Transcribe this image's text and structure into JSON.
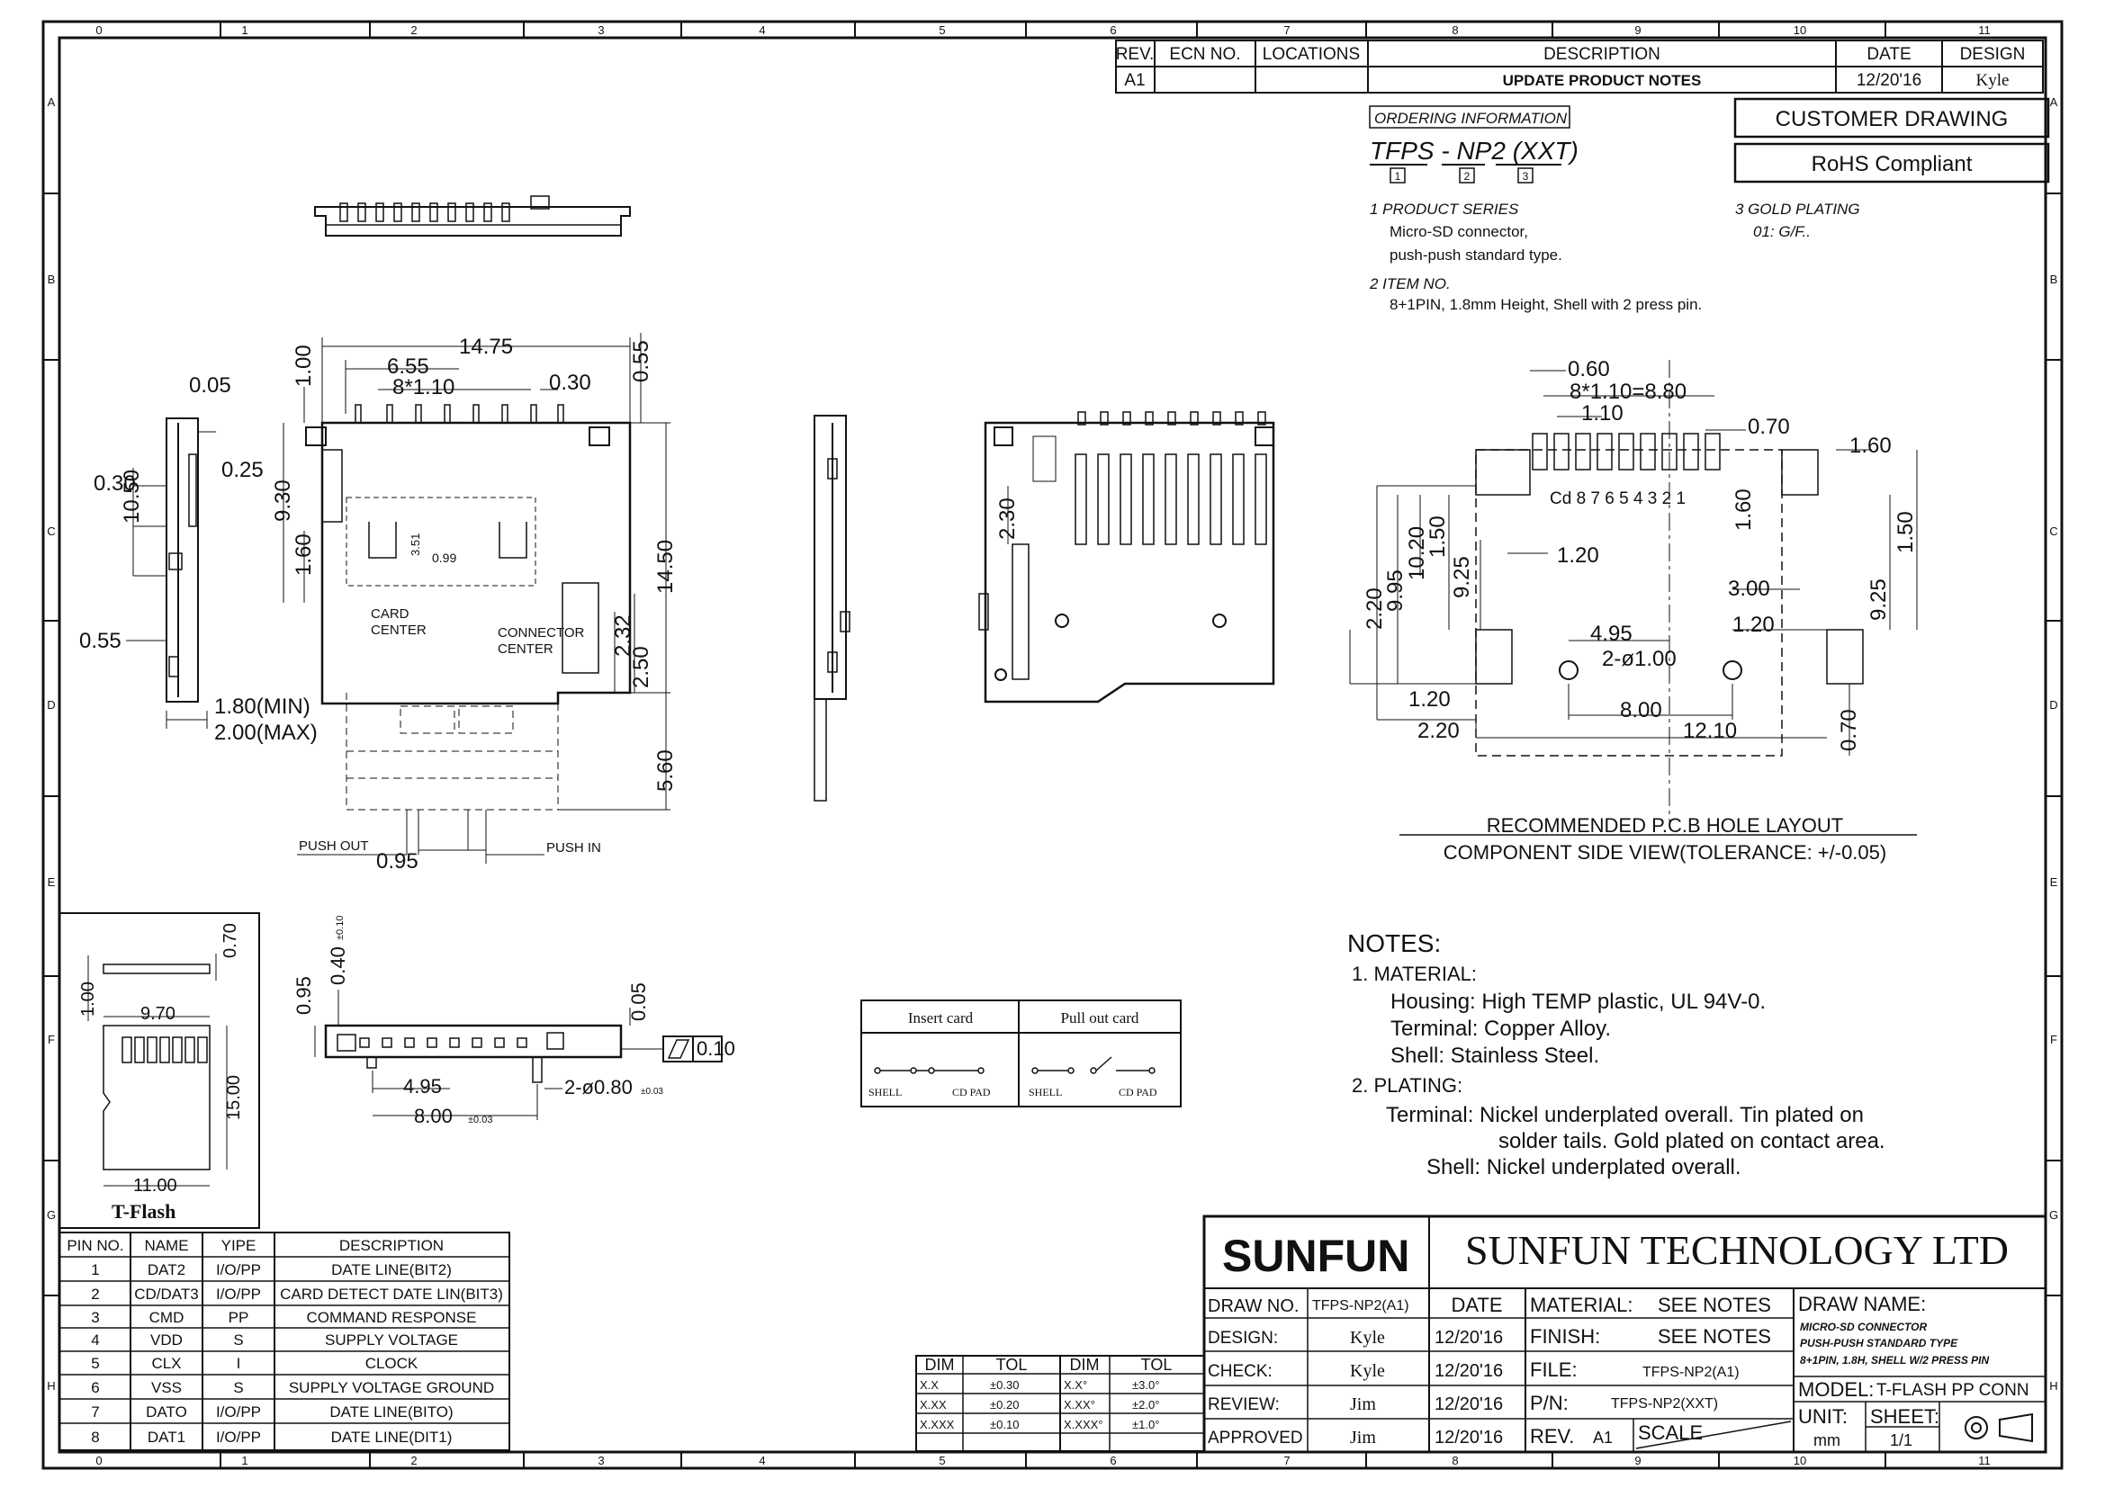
{
  "frame": {
    "cols_top": [
      "0",
      "1",
      "2",
      "3",
      "4",
      "5",
      "6",
      "7",
      "8",
      "9",
      "10",
      "11"
    ],
    "cols_bottom": [
      "0",
      "1",
      "2",
      "3",
      "4",
      "5",
      "6",
      "7",
      "8",
      "9",
      "10",
      "11"
    ],
    "rows": [
      "A",
      "B",
      "C",
      "D",
      "E",
      "F",
      "G",
      "H"
    ]
  },
  "revision": {
    "headers": [
      "REV.",
      "ECN NO.",
      "LOCATIONS",
      "DESCRIPTION",
      "DATE",
      "DESIGN"
    ],
    "row": [
      "A1",
      "",
      "",
      "UPDATE PRODUCT NOTES",
      "12/20'16",
      "Kyle"
    ]
  },
  "ordering": {
    "heading": "ORDERING INFORMATION",
    "code": "TFPS - NP2 (XXT)",
    "marks": [
      "1",
      "2",
      "3"
    ],
    "item1_title": "1 PRODUCT SERIES",
    "item1_lines": [
      "Micro-SD connector,",
      "push-push standard type."
    ],
    "item2_title": "2 ITEM NO.",
    "item2_lines": [
      "8+1PIN, 1.8mm Height, Shell with 2 press pin."
    ],
    "item3_title": "3 GOLD PLATING",
    "item3_lines": [
      "01: G/F.."
    ]
  },
  "badges": {
    "customer": "CUSTOMER DRAWING",
    "rohs": "RoHS Compliant"
  },
  "dims": {
    "d1475": "14.75",
    "d655": "6.55",
    "d8x110": "8*1.10",
    "d030": "0.30",
    "d100": "1.00",
    "d055top": "0.55",
    "d930": "9.30",
    "d160": "1.60",
    "d351": "3.51",
    "d099": "0.99",
    "d1450": "14.50",
    "d232": "2.32",
    "d250": "2.50",
    "d560": "5.60",
    "d095": "0.95",
    "card_center": [
      "CARD",
      "CENTER"
    ],
    "conn_center": [
      "CONNECTOR",
      "CENTER"
    ],
    "push_out": "PUSH OUT",
    "push_in": "PUSH IN",
    "s005": "0.05",
    "s025": "0.25",
    "s030": "0.30",
    "s1050": "10.50",
    "s055": "0.55",
    "smin": "1.80(MIN)",
    "smax": "2.00(MAX)",
    "f230": "2.30"
  },
  "pcb": {
    "d060": "0.60",
    "d8x110": "8*1.10=8.80",
    "d110": "1.10",
    "d070": "0.70",
    "d160r": "1.60",
    "pins": "Cd 8 7 6 5 4 3 2 1",
    "d995": "9.95",
    "d1020": "10.20",
    "d150l": "1.50",
    "d925l": "9.25",
    "d120a": "1.20",
    "d160c": "1.60",
    "d150r": "1.50",
    "d925r": "9.25",
    "d220": "2.20",
    "d300": "3.00",
    "d120b": "1.20",
    "d495": "4.95",
    "hole": "2-ø1.00",
    "d120c": "1.20",
    "d800": "8.00",
    "d220b": "2.20",
    "d1210": "12.10",
    "d070b": "0.70",
    "title": "RECOMMENDED P.C.B HOLE LAYOUT",
    "subtitle": "COMPONENT SIDE VIEW(TOLERANCE: +/-0.05)"
  },
  "bottom_view": {
    "d095": "0.95",
    "d040": "0.40",
    "d040tol": "±0.10",
    "d005": "0.05",
    "flat": "0.10",
    "d495": "4.95",
    "d800": "8.00",
    "d800tol": "±0.03",
    "hole": "2-ø0.80",
    "holetol": "±0.03"
  },
  "tflash": {
    "d070": "0.70",
    "d100": "1.00",
    "d970": "9.70",
    "d1500": "15.00",
    "d1100": "11.00",
    "label": "T-Flash"
  },
  "switch": {
    "insert": "Insert card",
    "pull": "Pull out card",
    "shell": "SHELL",
    "cd": "CD PAD"
  },
  "notes": {
    "heading": "NOTES:",
    "lines": [
      "1.  MATERIAL:",
      "Housing:  High  TEMP  plastic,  UL  94V-0.",
      "Terminal:  Copper  Alloy.",
      "Shell:  Stainless  Steel.",
      "2.  PLATING:",
      "Terminal:  Nickel  underplated  overall.  Tin  plated  on",
      "solder  tails.  Gold  plated  on  contact  area.",
      "Shell:  Nickel  underplated  overall."
    ]
  },
  "pins": {
    "headers": [
      "PIN NO.",
      "NAME",
      "YIPE",
      "DESCRIPTION"
    ],
    "rows": [
      [
        "1",
        "DAT2",
        "I/O/PP",
        "DATE  LINE(BIT2)"
      ],
      [
        "2",
        "CD/DAT3",
        "I/O/PP",
        "CARD  DETECT  DATE  LIN(BIT3)"
      ],
      [
        "3",
        "CMD",
        "PP",
        "COMMAND  RESPONSE"
      ],
      [
        "4",
        "VDD",
        "S",
        "SUPPLY  VOLTAGE"
      ],
      [
        "5",
        "CLX",
        "I",
        "CLOCK"
      ],
      [
        "6",
        "VSS",
        "S",
        "SUPPLY  VOLTAGE  GROUND"
      ],
      [
        "7",
        "DATO",
        "I/O/PP",
        "DATE  LINE(BITO)"
      ],
      [
        "8",
        "DAT1",
        "I/O/PP",
        "DATE  LINE(DIT1)"
      ]
    ]
  },
  "tolerance": {
    "headers": [
      "DIM",
      "TOL",
      "DIM",
      "TOL"
    ],
    "rows": [
      [
        "X.X",
        "±0.30",
        "X.X°",
        "±3.0°"
      ],
      [
        "X.XX",
        "±0.20",
        "X.XX°",
        "±2.0°"
      ],
      [
        "X.XXX",
        "±0.10",
        "X.XXX°",
        "±1.0°"
      ]
    ]
  },
  "titleblock": {
    "logo": "SUNFUN",
    "company": "SUNFUN  TECHNOLOGY  LTD",
    "draw_no_label": "DRAW  NO.",
    "draw_no": "TFPS-NP2(A1)",
    "date_h": "DATE",
    "design_label": "DESIGN:",
    "design_name": "Kyle",
    "design_date": "12/20'16",
    "check_label": "CHECK:",
    "check_name": "Kyle",
    "check_date": "12/20'16",
    "review_label": "REVIEW:",
    "review_name": "Jim",
    "review_date": "12/20'16",
    "approved_label": "APPROVED",
    "approved_name": "Jim",
    "approved_date": "12/20'16",
    "material_label": "MATERIAL:",
    "material_val": "SEE  NOTES",
    "finish_label": "FINISH:",
    "finish_val": "SEE  NOTES",
    "file_label": "FILE:",
    "file_val": "TFPS-NP2(A1)",
    "pn_label": "P/N:",
    "pn_val": "TFPS-NP2(XXT)",
    "rev_label": "REV.",
    "rev_val": "A1",
    "scale_label": "SCALE",
    "drawname_label": "DRAW  NAME:",
    "drawname_lines": [
      "MICRO-SD  CONNECTOR",
      "PUSH-PUSH  STANDARD  TYPE",
      "8+1PIN,  1.8H,  SHELL  W/2  PRESS  PIN"
    ],
    "model_label": "MODEL:",
    "model_val": "T-FLASH  PP  CONN",
    "unit_label": "UNIT:",
    "unit_val": "mm",
    "sheet_label": "SHEET:",
    "sheet_val": "1/1"
  }
}
